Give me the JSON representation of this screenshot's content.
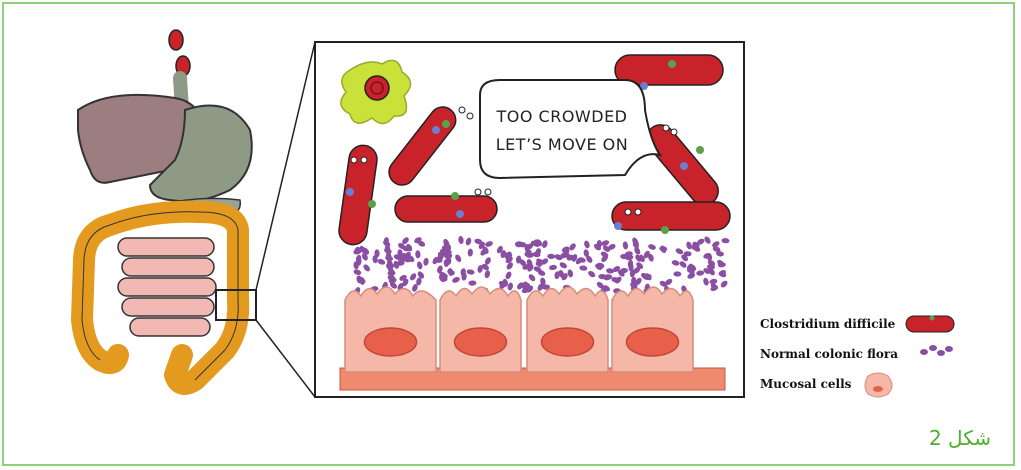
{
  "speech_bubble": {
    "line1": "TOO CROWDED",
    "line2": "LET’S MOVE ON"
  },
  "legend": {
    "items": [
      {
        "label": "Clostridium difficile",
        "icon": "bacterium-icon"
      },
      {
        "label": "Normal colonic flora",
        "icon": "flora-dots-icon"
      },
      {
        "label": "Mucosal cells",
        "icon": "mucosal-cell-icon"
      }
    ]
  },
  "caption": "شكل 2",
  "colors": {
    "frame": "#8fd17a",
    "bacterium": "#c8232a",
    "flora": "#8a4fa3",
    "mucosa": "#f4b7a8",
    "nucleus": "#e8604a",
    "colon": "#e49a1f",
    "small_intestine": "#f2b9b4",
    "liver": "#9c7d80",
    "stomach": "#8e9a86",
    "lime_blob": "#c9e23a",
    "caption": "#4caf2e"
  }
}
